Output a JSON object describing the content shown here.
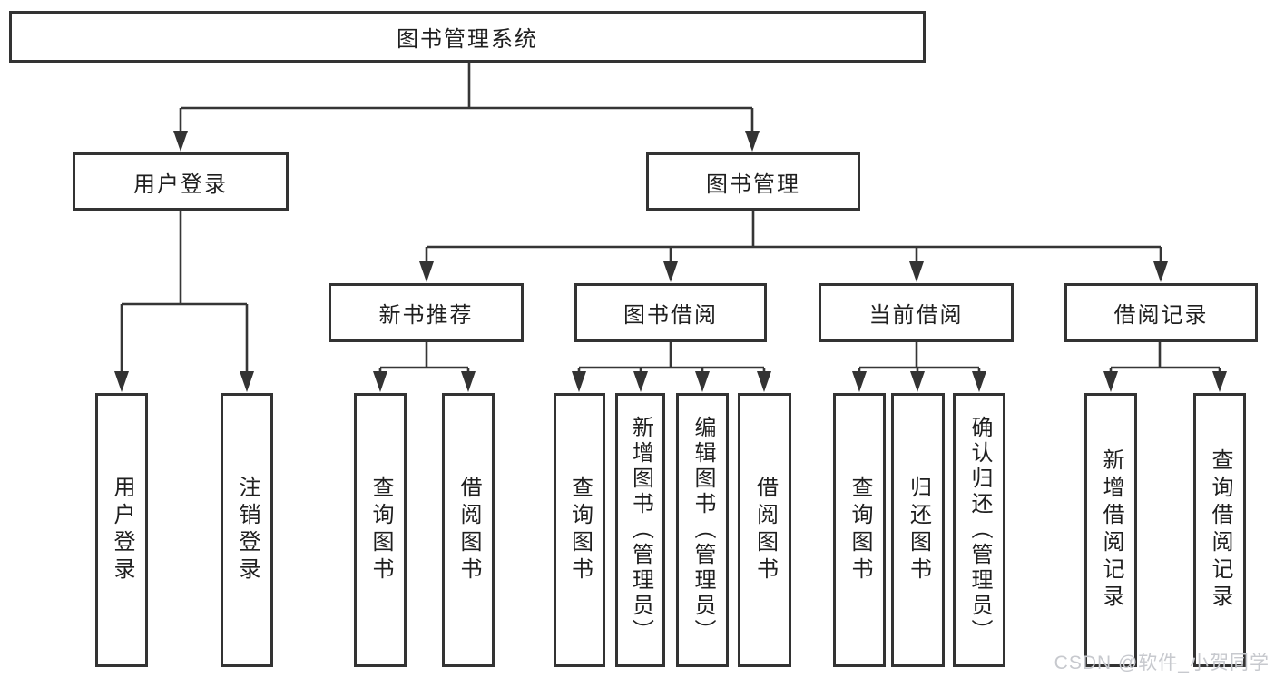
{
  "tree": {
    "label": "图书管理系统",
    "children": [
      {
        "label": "用户登录",
        "children": [
          {
            "label": "用户登录"
          },
          {
            "label": "注销登录"
          }
        ]
      },
      {
        "label": "图书管理",
        "children": [
          {
            "label": "新书推荐",
            "children": [
              {
                "label": "查询图书"
              },
              {
                "label": "借阅图书"
              }
            ]
          },
          {
            "label": "图书借阅",
            "children": [
              {
                "label": "查询图书"
              },
              {
                "label": "新增图书（管理员）"
              },
              {
                "label": "编辑图书（管理员）"
              },
              {
                "label": "借阅图书"
              }
            ]
          },
          {
            "label": "当前借阅",
            "children": [
              {
                "label": "查询图书"
              },
              {
                "label": "归还图书"
              },
              {
                "label": "确认归还（管理员）"
              }
            ]
          },
          {
            "label": "借阅记录",
            "children": [
              {
                "label": "新增借阅记录"
              },
              {
                "label": "查询借阅记录"
              }
            ]
          }
        ]
      }
    ]
  },
  "watermark": {
    "text": "CSDN @软件_小贺同学"
  },
  "colors": {
    "line": "#363636",
    "border": "#333333",
    "text": "#1f1f1f",
    "background": "#ffffff",
    "watermark": "#c7c9ce"
  }
}
